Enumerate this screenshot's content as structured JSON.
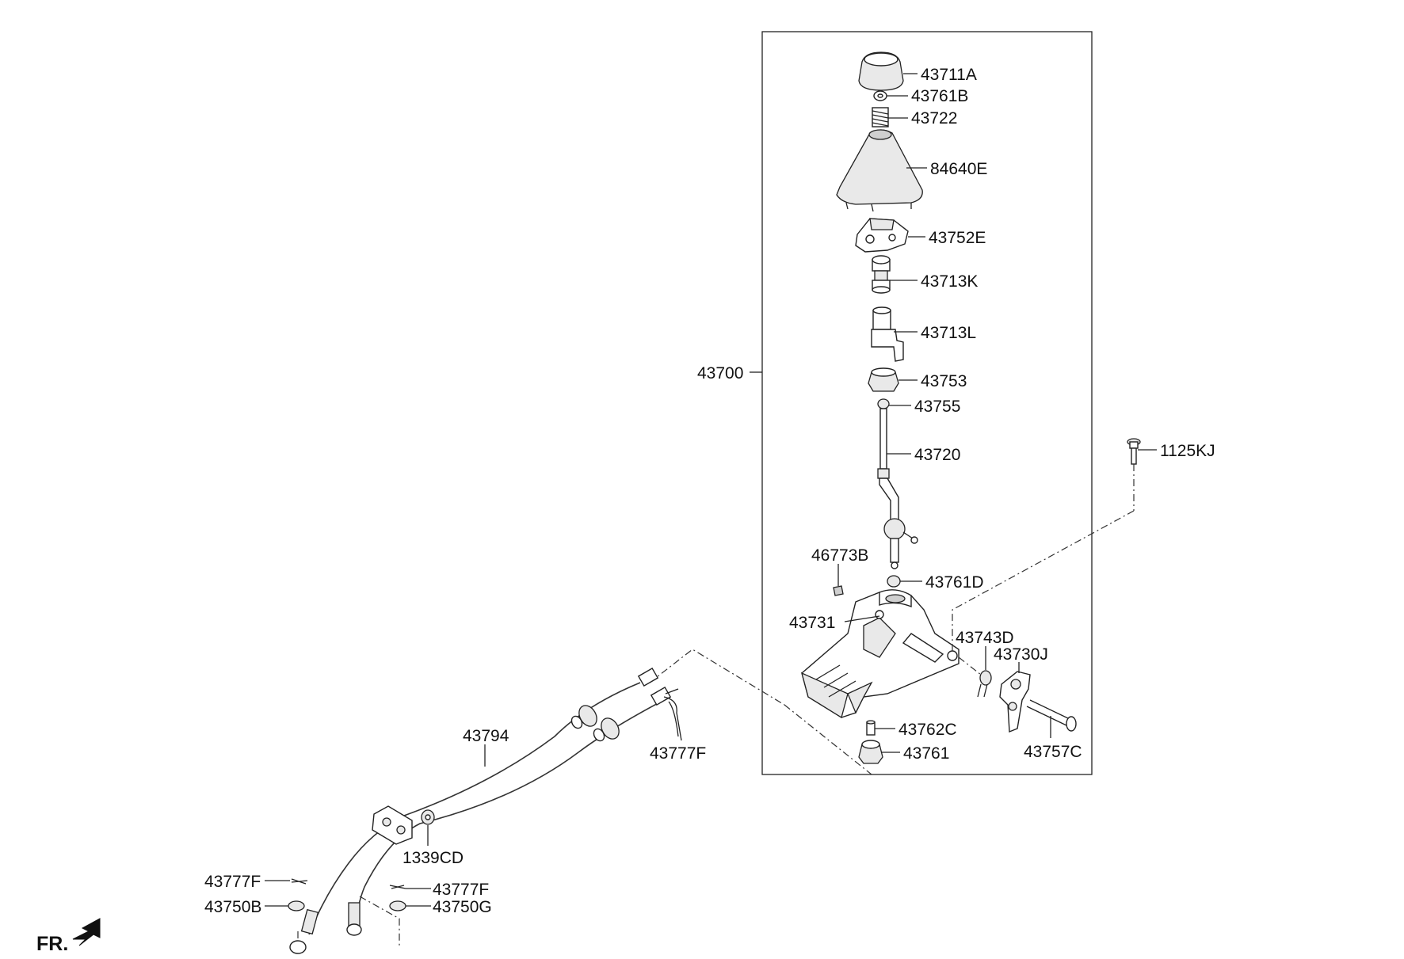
{
  "labels": {
    "43711A": "43711A",
    "43761B": "43761B",
    "43722": "43722",
    "84640E": "84640E",
    "43752E": "43752E",
    "43713K": "43713K",
    "43713L": "43713L",
    "43700": "43700",
    "43753": "43753",
    "43755": "43755",
    "43720": "43720",
    "1125KJ": "1125KJ",
    "46773B": "46773B",
    "43761D": "43761D",
    "43731": "43731",
    "43743D": "43743D",
    "43730J": "43730J",
    "43762C": "43762C",
    "43761": "43761",
    "43757C": "43757C",
    "43794": "43794",
    "43777F_top": "43777F",
    "1339CD": "1339CD",
    "43777F_left": "43777F",
    "43750B": "43750B",
    "43777F_right": "43777F",
    "43750G": "43750G"
  },
  "direction_marker": {
    "text": "FR.",
    "icon": "arrow-down-left-icon"
  }
}
